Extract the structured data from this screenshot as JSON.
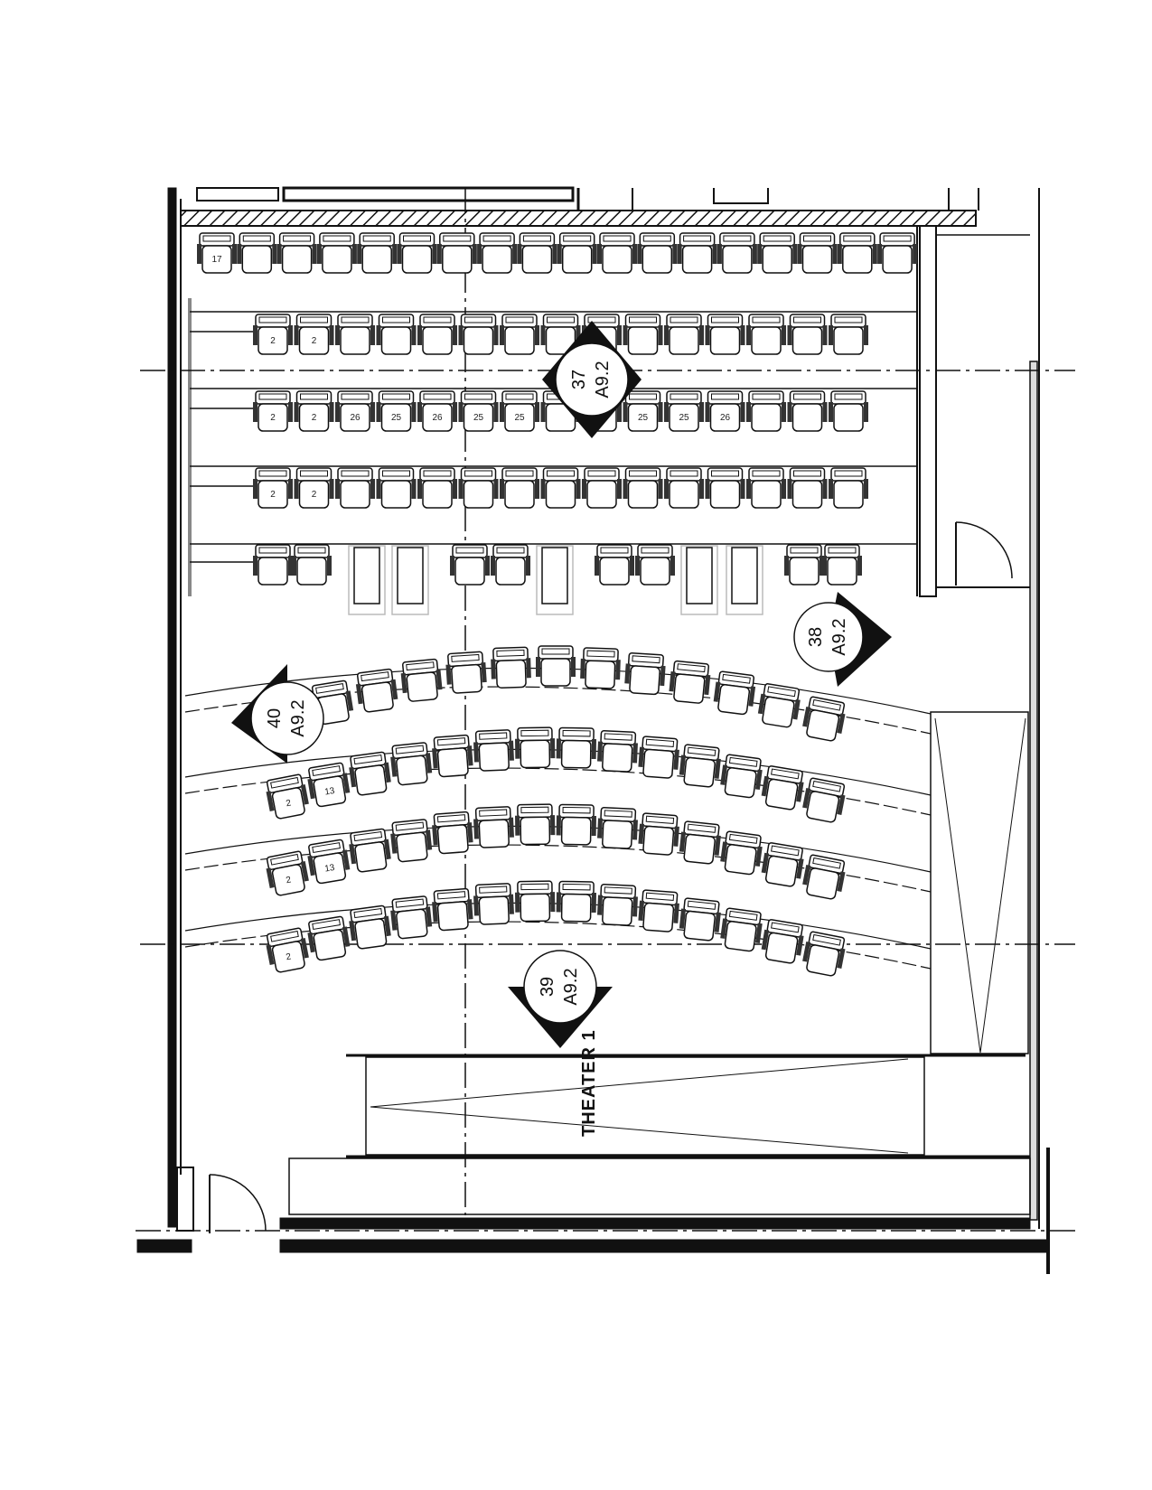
{
  "title": "THEATER 1",
  "callouts": [
    {
      "number": "37",
      "sheet": "A9.2"
    },
    {
      "number": "38",
      "sheet": "A9.2"
    },
    {
      "number": "40",
      "sheet": "A9.2"
    },
    {
      "number": "39",
      "sheet": "A9.2"
    }
  ],
  "straight_rows": [
    {
      "seats": 18,
      "labels": [
        "17"
      ]
    },
    {
      "seats": 15,
      "labels": [
        "2",
        "2"
      ]
    },
    {
      "seats": 15,
      "labels": [
        "2",
        "2",
        "26",
        "25",
        "26",
        "25",
        "25",
        "",
        "",
        "25",
        "25",
        "26"
      ]
    },
    {
      "seats": 15,
      "labels": [
        "2",
        "2"
      ]
    }
  ],
  "curved_rows": [
    {
      "seats": 13,
      "labels": []
    },
    {
      "seats": 14,
      "labels": [
        "2",
        "13"
      ]
    },
    {
      "seats": 14,
      "labels": [
        "2",
        "13"
      ]
    },
    {
      "seats": 14,
      "labels": [
        "2"
      ]
    }
  ],
  "colors": {
    "line": "#111111",
    "paper": "#ffffff",
    "gray": "#888888"
  }
}
